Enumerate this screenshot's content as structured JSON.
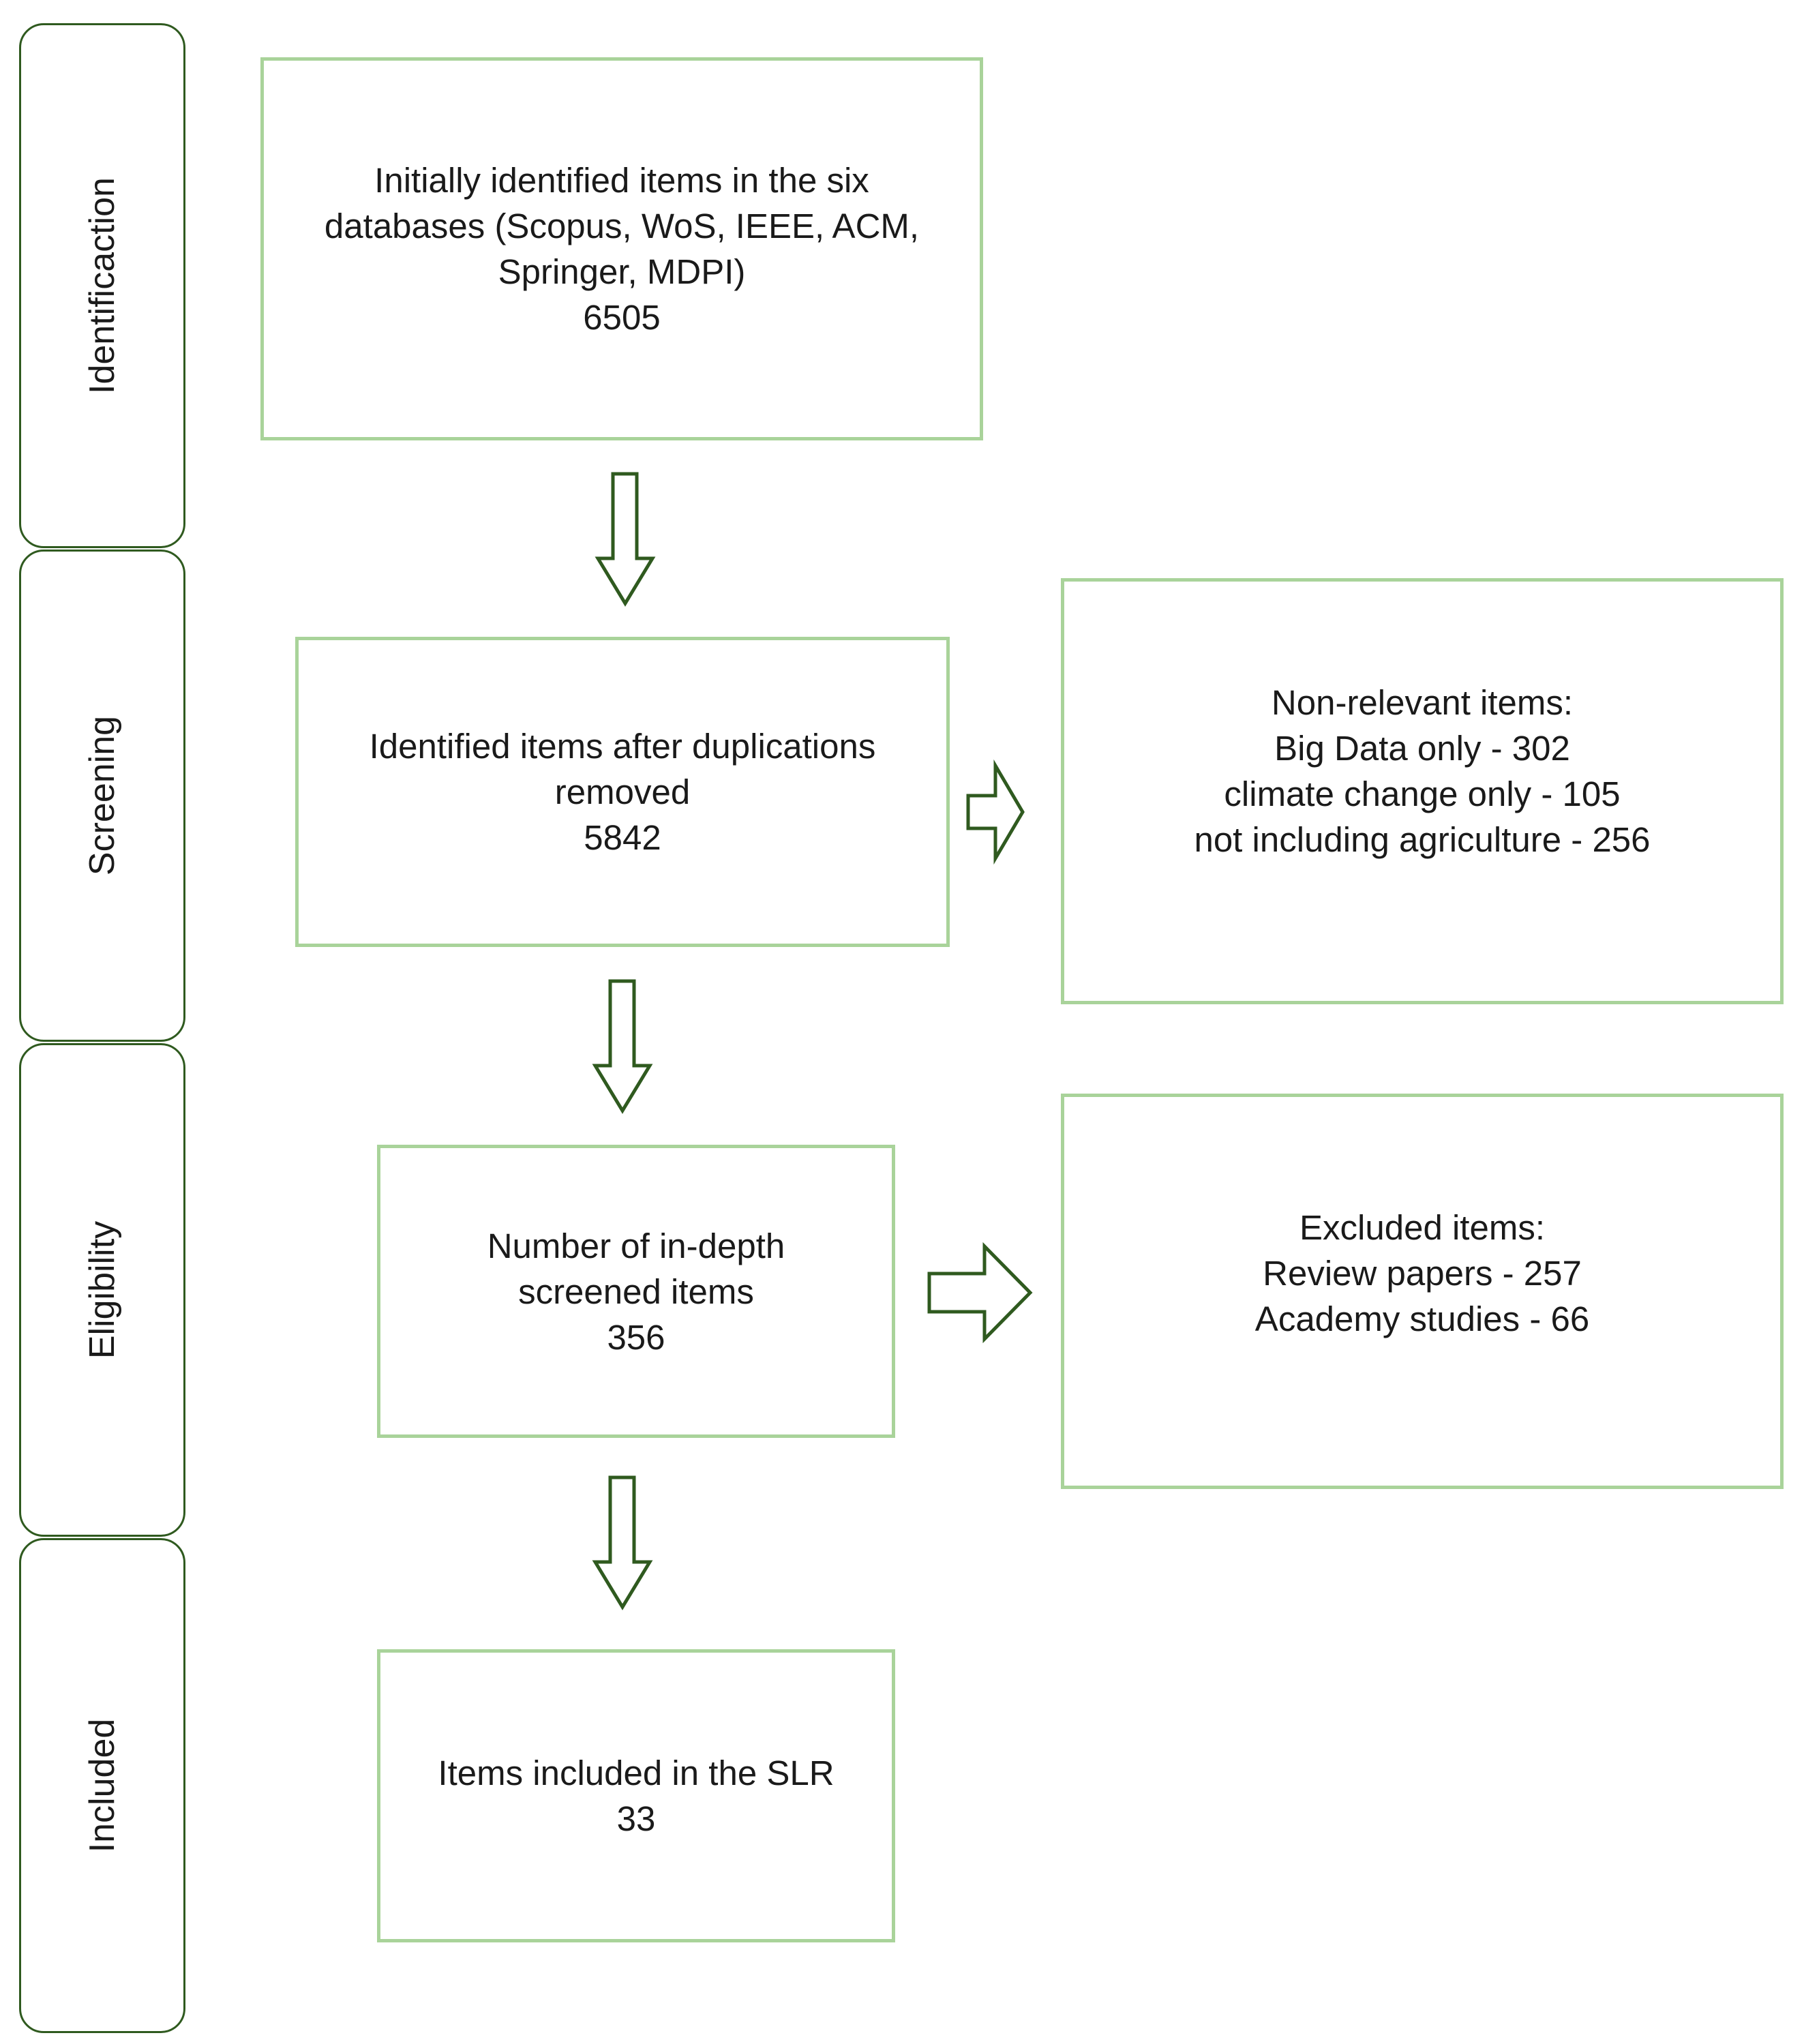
{
  "phases": [
    {
      "label": "Identificaction"
    },
    {
      "label": "Screening"
    },
    {
      "label": "Eligibility"
    },
    {
      "label": "Included"
    }
  ],
  "boxes": {
    "identified": {
      "lines": [
        "Initially identified items in the six",
        "databases (Scopus, WoS, IEEE, ACM,",
        "Springer, MDPI)",
        "6505"
      ]
    },
    "after_duplicates": {
      "lines": [
        "Identified items after duplications",
        "removed",
        "5842"
      ]
    },
    "non_relevant": {
      "lines": [
        "Non-relevant items:",
        "Big Data only - 302",
        "climate change only - 105",
        "not including agriculture - 256"
      ]
    },
    "in_depth": {
      "lines": [
        "Number of in-depth",
        "screened items",
        "356"
      ]
    },
    "excluded": {
      "lines": [
        "Excluded items:",
        "Review papers - 257",
        "Academy studies - 66"
      ]
    },
    "included": {
      "lines": [
        "Items included in the SLR",
        "33"
      ]
    }
  },
  "colors": {
    "box_border": "#a9d39a",
    "arrow_and_phase_border": "#2f5a1f",
    "text": "#1a1a1a",
    "background": "#ffffff"
  }
}
